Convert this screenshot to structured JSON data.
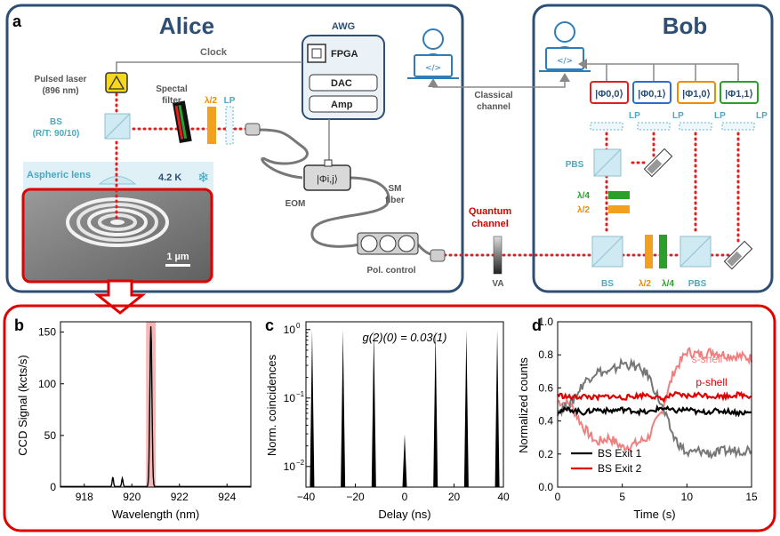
{
  "panel_a": {
    "letter": "a",
    "alice_title": "Alice",
    "bob_title": "Bob",
    "awg": {
      "title": "AWG",
      "fpga": "FPGA",
      "dac": "DAC",
      "amp": "Amp"
    },
    "clock": "Clock",
    "laser": [
      "Pulsed laser",
      "(896 nm)"
    ],
    "spectral_filter": [
      "Spectal",
      "filter"
    ],
    "lambda2": "λ/2",
    "lambda4": "λ/4",
    "lp": "LP",
    "bs_alice": [
      "BS",
      "(R/T: 90/10)"
    ],
    "aspheric": "Aspheric lens",
    "temperature": "4.2 K",
    "snowflake": "❄",
    "scale_bar": "1 µm",
    "eom": "EOM",
    "eom_phi": "|Φi,j⟩",
    "sm_fiber": [
      "SM",
      "fiber"
    ],
    "pol_control": "Pol. control",
    "classical_channel": [
      "Classical",
      "channel"
    ],
    "quantum_channel": [
      "Quantum",
      "channel"
    ],
    "va": "VA",
    "bob_states": [
      {
        "label": "|Φ0,0⟩",
        "color": "#e02020"
      },
      {
        "label": "|Φ0,1⟩",
        "color": "#2a6fd0"
      },
      {
        "label": "|Φ1,0⟩",
        "color": "#f08a00"
      },
      {
        "label": "|Φ1,1⟩",
        "color": "#2aa02a"
      }
    ],
    "pbs": "PBS",
    "bs_bob": "BS",
    "bob_bottom": {
      "bs": "BS",
      "l2": "λ/2",
      "l4": "λ/4",
      "pbs": "PBS"
    },
    "code_glyph": "</>"
  },
  "panel_b": {
    "letter": "b",
    "ylabel": "CCD Signal (kcts/s)",
    "xlabel": "Wavelength (nm)",
    "xticks": [
      "918",
      "920",
      "922",
      "924"
    ],
    "yticks": [
      "0",
      "50",
      "100",
      "150"
    ]
  },
  "panel_c": {
    "letter": "c",
    "ylabel": "Norm. coincidences",
    "xlabel": "Delay (ns)",
    "annotation": "g(2)(0) = 0.03(1)",
    "xticks": [
      "−40",
      "−20",
      "0",
      "20",
      "40"
    ],
    "yticks": [
      "10^-2",
      "10^-1",
      "10^0"
    ]
  },
  "panel_d": {
    "letter": "d",
    "ylabel": "Normalized counts",
    "xlabel": "Time (s)",
    "xticks": [
      "0",
      "5",
      "10",
      "15"
    ],
    "yticks": [
      "0.0",
      "0.2",
      "0.4",
      "0.6",
      "0.8",
      "1.0"
    ],
    "s_shell": "s-shell",
    "p_shell": "p-shell",
    "legend": [
      {
        "label": "BS Exit 1",
        "color": "#000000"
      },
      {
        "label": "BS Exit 2",
        "color": "#e00000"
      }
    ]
  },
  "chart_data": [
    {
      "type": "line",
      "panel": "b",
      "xlabel": "Wavelength (nm)",
      "ylabel": "CCD Signal (kcts/s)",
      "xlim": [
        917,
        925
      ],
      "ylim": [
        0,
        160
      ],
      "highlight_band_x": [
        920.6,
        921.0
      ],
      "peaks": [
        {
          "x": 919.2,
          "y": 9
        },
        {
          "x": 919.6,
          "y": 8
        },
        {
          "x": 920.8,
          "y": 155
        }
      ]
    },
    {
      "type": "line",
      "panel": "c",
      "xlabel": "Delay (ns)",
      "ylabel": "Norm. coincidences",
      "yscale": "log",
      "xlim": [
        -40,
        40
      ],
      "ylim": [
        0.005,
        1.3
      ],
      "peaks": [
        {
          "x": -37.5,
          "y": 1.0
        },
        {
          "x": -25,
          "y": 1.0
        },
        {
          "x": -12.5,
          "y": 1.0
        },
        {
          "x": 0,
          "y": 0.03
        },
        {
          "x": 12.5,
          "y": 1.0
        },
        {
          "x": 25,
          "y": 1.0
        },
        {
          "x": 37.5,
          "y": 1.0
        }
      ]
    },
    {
      "type": "line",
      "panel": "d",
      "xlabel": "Time (s)",
      "ylabel": "Normalized counts",
      "xlim": [
        0,
        15
      ],
      "ylim": [
        0,
        1.0
      ],
      "x": [
        0,
        1,
        2,
        3,
        4,
        5,
        6,
        7,
        8,
        9,
        10,
        11,
        12,
        13,
        14,
        15
      ],
      "series": [
        {
          "name": "s-shell (BS Exit 2)",
          "color": "#f08080",
          "values": [
            0.52,
            0.5,
            0.36,
            0.27,
            0.3,
            0.24,
            0.26,
            0.3,
            0.45,
            0.7,
            0.82,
            0.8,
            0.82,
            0.8,
            0.79,
            0.78
          ]
        },
        {
          "name": "s-shell (BS Exit 1)",
          "color": "#777777",
          "values": [
            0.46,
            0.5,
            0.63,
            0.7,
            0.69,
            0.75,
            0.73,
            0.68,
            0.5,
            0.3,
            0.2,
            0.22,
            0.2,
            0.22,
            0.22,
            0.23
          ]
        },
        {
          "name": "BS Exit 2",
          "color": "#e00000",
          "values": [
            0.56,
            0.54,
            0.55,
            0.54,
            0.55,
            0.54,
            0.55,
            0.56,
            0.53,
            0.56,
            0.55,
            0.56,
            0.55,
            0.55,
            0.56,
            0.55
          ]
        },
        {
          "name": "BS Exit 1",
          "color": "#000000",
          "values": [
            0.46,
            0.47,
            0.45,
            0.47,
            0.46,
            0.47,
            0.46,
            0.45,
            0.48,
            0.46,
            0.47,
            0.45,
            0.46,
            0.46,
            0.45,
            0.45
          ]
        }
      ]
    }
  ]
}
